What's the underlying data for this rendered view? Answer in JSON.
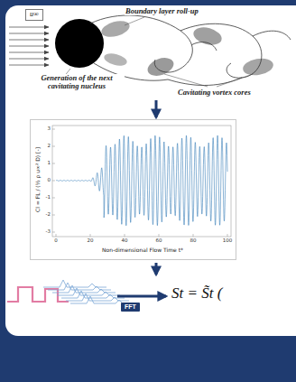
{
  "diagram": {
    "nodes": [
      {
        "text": [
          "Boundary layer roll-up",
          "Generation of the next cavitating nucleus",
          "Cavitating vortex cores"
        ]
      },
      {
        "text": [
          "u∞"
        ],
        "in": 0
      },
      {
        "text": [
          "Cl = FL / (½ ρ u∞² D) [-]",
          "Non-dimensional Flow Time t*"
        ]
      },
      {
        "text": [
          "FFT"
        ]
      }
    ],
    "edges": [
      {
        "from": 0,
        "to": 2,
        "arrow": "to"
      }
    ],
    "labels": [
      "3",
      "2",
      "1",
      "0",
      "-1",
      "-2",
      "-3",
      "0",
      "20",
      "40",
      "60",
      "80",
      "100",
      "St = S̃t ("
    ]
  }
}
